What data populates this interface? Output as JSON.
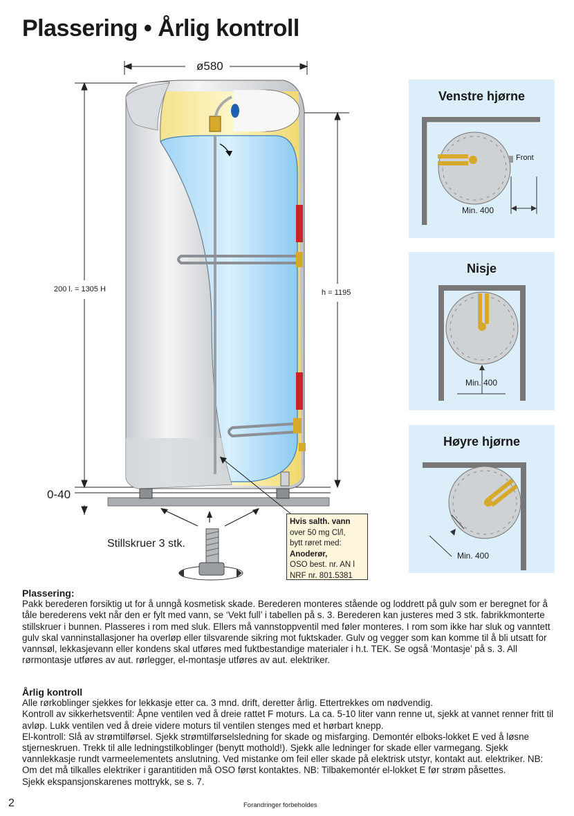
{
  "page_title": "Plassering • Årlig kontroll",
  "diagram": {
    "diameter_label": "ø580",
    "height_total_label": "200 l. = 1305 H",
    "height_inner_label": "h = 1195",
    "floor_offset_label": "0-40",
    "feet_label": "Stillskruer 3 stk.",
    "salt_box": {
      "line1": "Hvis salth. vann",
      "line2": "over 50 mg Cl/l,",
      "line3": "bytt røret med:",
      "line4": "Anoderør,",
      "line5": "OSO best. nr. AN l",
      "line6": "NRF nr. 801.5381"
    }
  },
  "panels": [
    {
      "title": "Venstre hjørne",
      "front_label": "Front",
      "min_label": "Min. 400"
    },
    {
      "title": "Nisje",
      "min_label": "Min. 400"
    },
    {
      "title": "Høyre hjørne",
      "min_label": "Min. 400"
    }
  ],
  "sections": {
    "placement": {
      "heading": "Plassering:",
      "text": "Pakk berederen forsiktig ut for å unngå kosmetisk skade. Berederen monteres stående og loddrett på gulv som er beregnet for å tåle berederens vekt når den er fylt med vann, se ‘Vekt full’ i tabellen på s. 3. Berederen kan justeres med 3 stk. fabrikkmonterte stillskruer i bunnen. Plasseres i rom med sluk. Ellers må vannstoppventil med føler monteres. I rom som ikke har sluk og vanntett gulv skal vanninstallasjoner ha overløp eller tilsvarende sikring mot fuktskader. Gulv og vegger som kan komme til å bli utsatt for vannsøl, lekkasjevann eller kondens skal utføres med fuktbestandige materialer i h.t. TEK. Se også ‘Montasje’ på s. 3. All rørmontasje utføres av aut. rørlegger, el-montasje utføres av aut. elektriker."
    },
    "annual": {
      "heading": "Årlig kontroll",
      "p1": "Alle rørkoblinger sjekkes for lekkasje etter ca. 3 mnd. drift, deretter årlig. Ettertrekkes om nødvendig.",
      "p2": "Kontroll av sikkerhetsventil: Åpne ventilen ved å dreie rattet F moturs. La ca. 5-10 liter vann renne ut, sjekk at vannet renner fritt til avløp. Lukk ventilen ved å dreie videre moturs til ventilen stenges med et hørbart knepp.",
      "p3": "El-kontroll: Slå av strømtilførsel. Sjekk strømtilførselsledning for skade og misfarging. Demontér elboks-lokket E ved å løsne stjerneskruen. Trekk til alle ledningstilkoblinger (benytt mothold!). Sjekk alle ledninger for skade eller varmegang. Sjekk vannlekkasje rundt varmeelementets anslutning. Ved mistanke om feil eller skade på elektrisk utstyr, kontakt aut. elektriker. NB: Om det må tilkalles elektriker i garantitiden må OSO først kontaktes. NB: Tilbakemontér el-lokket E før strøm påsettes.",
      "p4": "Sjekk ekspansjonskarenes mottrykk, se s. 7."
    }
  },
  "footer": {
    "page_number": "2",
    "note": "Forandringer forbeholdes"
  }
}
